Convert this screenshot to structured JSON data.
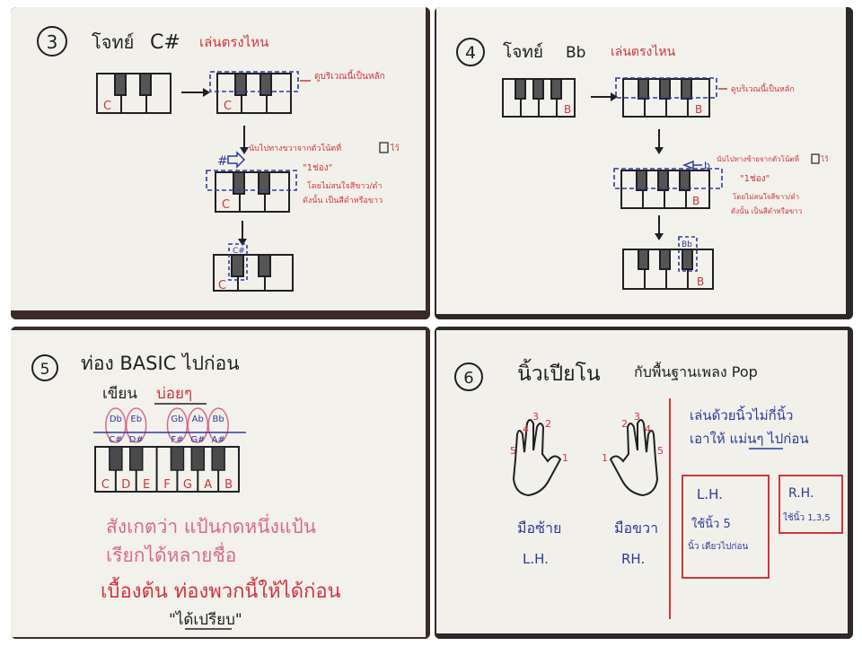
{
  "panel3": {
    "number": "3",
    "title_prefix": "โจทย์",
    "title_chord": "C#",
    "title_question": "เล่นตรงไหน",
    "key_c_label": "C",
    "note_center": "ดูบริเวณนี้เป็นหลัก",
    "sharp_label": "#",
    "move_note_1": "นับไปทางขวาจากตัวโน้ตที่",
    "move_note_2": "ไว้",
    "move_note_3": "\"1ช่อง\"",
    "move_note_4": "โดยไม่สนใจสีขาว/ดำ",
    "move_note_5": "ดังนั้น เป็นสีดำหรือขาว",
    "result_label": "C#"
  },
  "panel4": {
    "number": "4",
    "title_prefix": "โจทย์",
    "title_chord": "Bb",
    "title_question": "เล่นตรงไหน",
    "key_b_label": "B",
    "note_center": "ดูบริเวณนี้เป็นหลัก",
    "flat_label": "b",
    "move_note_1": "นับไปทางซ้ายจากตัวโน้ตที่",
    "move_note_2": "ไว้",
    "move_note_3": "\"1ช่อง\"",
    "move_note_4": "โดยไม่สนใจสีขาว/ดำ",
    "move_note_5": "ดังนั้น เป็นสีดำหรือขาว",
    "result_label": "Bb"
  },
  "panel5": {
    "number": "5",
    "title": "ท่อง BASIC ไปก่อน",
    "subtitle_a": "เขียน",
    "subtitle_b": "บ่อยๆ",
    "flats": [
      "Db",
      "Eb",
      "Gb",
      "Ab",
      "Bb"
    ],
    "sharps": [
      "C#",
      "D#",
      "F#",
      "G#",
      "A#"
    ],
    "whites": [
      "C",
      "D",
      "E",
      "F",
      "G",
      "A",
      "B"
    ],
    "line1": "สังเกตว่า แป้นกดหนึ่งแป้น",
    "line2": "เรียกได้หลายชื่อ",
    "line3": "เบื้องต้น ท่องพวกนี้ให้ได้ก่อน",
    "line4": "\"ได้เปรียบ\""
  },
  "panel6": {
    "number": "6",
    "title_a": "นิ้วเปียโน",
    "title_b": "กับพื้นฐานเพลง Pop",
    "left_fingers": [
      "5",
      "4",
      "3",
      "2",
      "1"
    ],
    "right_fingers": [
      "1",
      "2",
      "3",
      "4",
      "5"
    ],
    "left_hand_th": "มือซ้าย",
    "left_hand_en": "L.H.",
    "right_hand_th": "มือขวา",
    "right_hand_en": "RH.",
    "right_note_1": "เล่นด้วยนิ้วไม่กี่นิ้ว",
    "right_note_2": "เอาให้ แม่นๆ ไปก่อน",
    "lh_box_title": "L.H.",
    "lh_box_line1": "ใช้นิ้ว 5",
    "lh_box_line2": "นิ้ว เดียวไปก่อน",
    "rh_box_title": "R.H.",
    "rh_box_line1": "ใช้นิ้ว 1,3,5"
  },
  "colors": {
    "paper": "#f3f1ec",
    "ink": "#1f1f24",
    "red": "#d0353d",
    "blue": "#2d3b9a",
    "pink": "#d96a8c"
  }
}
